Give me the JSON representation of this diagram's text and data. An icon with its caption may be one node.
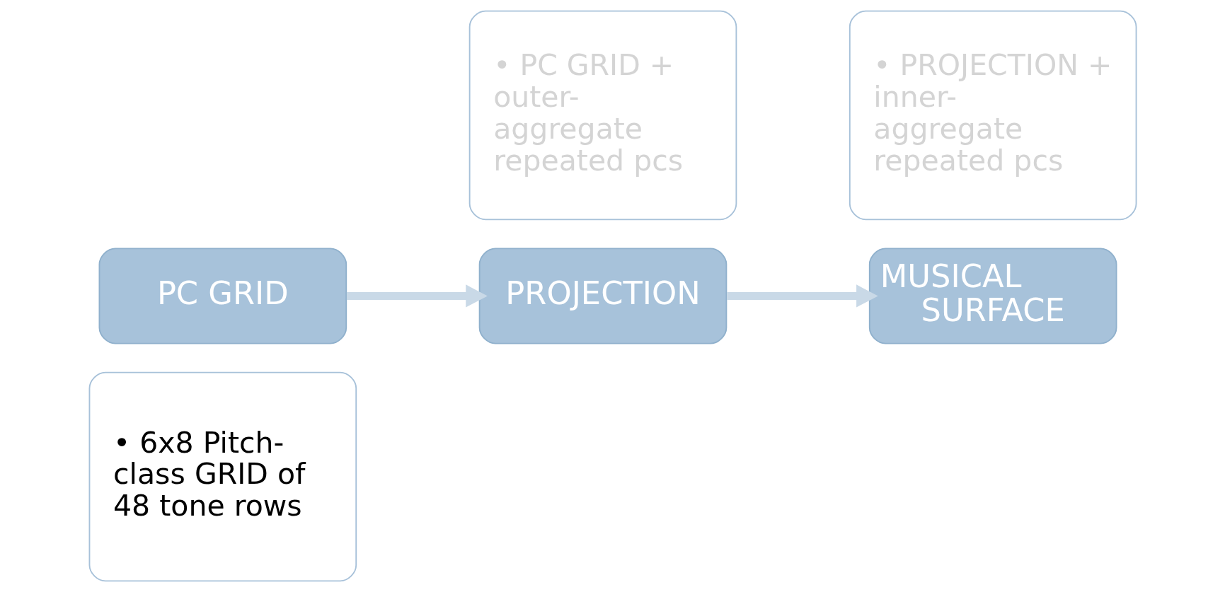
{
  "diagram": {
    "nodes": [
      {
        "text": [
          "• 6x8 Pitch-class GRID of 48 tone rows"
        ]
      },
      {
        "text": [
          "PC GRID"
        ]
      },
      {
        "text": [
          "• PC GRID + outer-aggregate repeated pcs"
        ]
      },
      {
        "text": [
          "PROJECTION"
        ]
      },
      {
        "text": [
          "• PROJECTION + inner-aggregate repeated pcs"
        ]
      },
      {
        "text": [
          "MUSICAL SURFACE"
        ]
      }
    ],
    "edges": [
      {
        "from": 1,
        "to": 3,
        "arrow": "to"
      },
      {
        "from": 3,
        "to": 5,
        "arrow": "to"
      }
    ]
  }
}
